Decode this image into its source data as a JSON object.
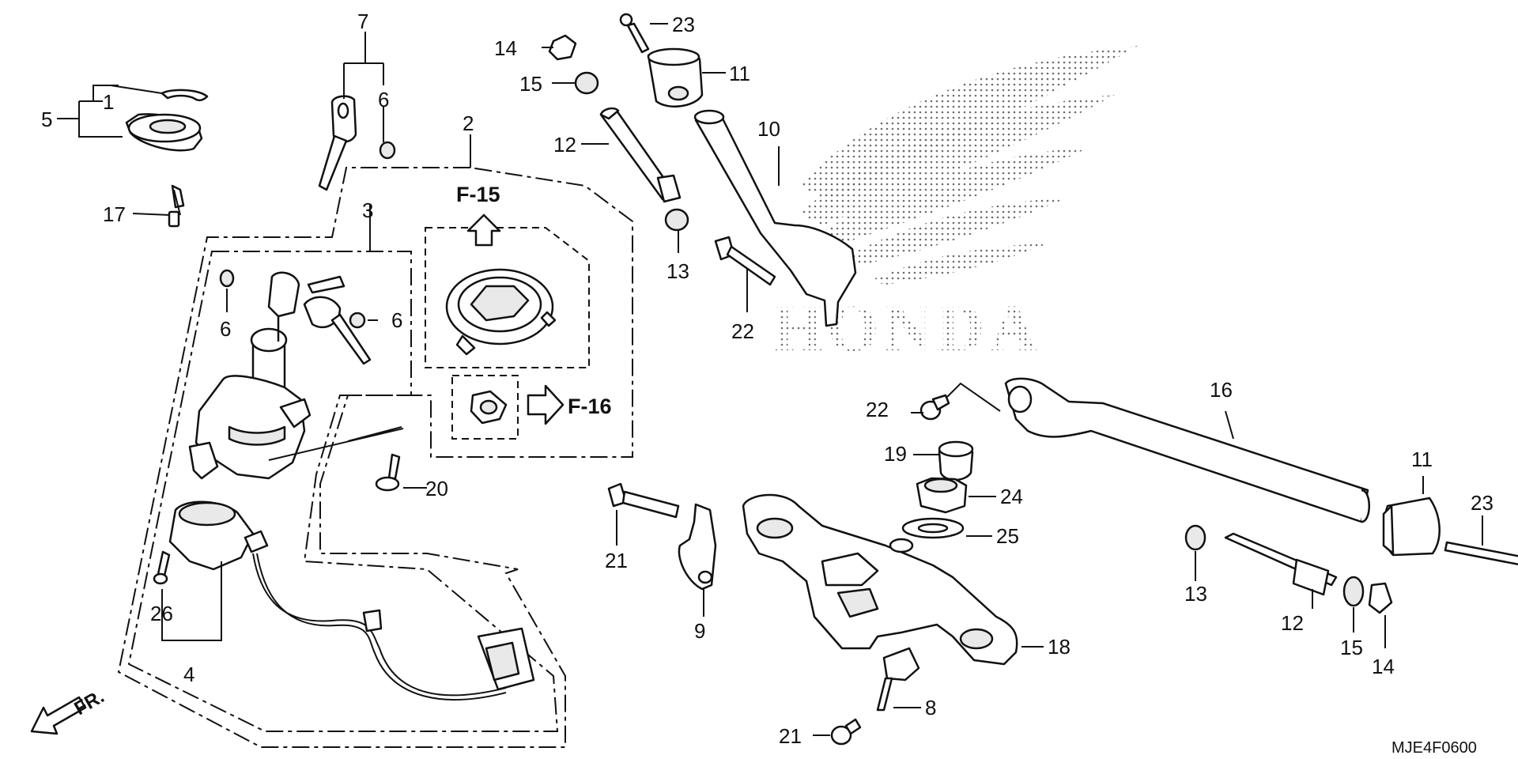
{
  "watermark": {
    "brand_text": "HONDA"
  },
  "callouts": {
    "c1": "1",
    "c2": "2",
    "c3": "3",
    "c4": "4",
    "c5": "5",
    "c6a": "6",
    "c6b": "6",
    "c6c": "6",
    "c7": "7",
    "c8": "8",
    "c9": "9",
    "c10": "10",
    "c11a": "11",
    "c11b": "11",
    "c12a": "12",
    "c12b": "12",
    "c13a": "13",
    "c13b": "13",
    "c14a": "14",
    "c14b": "14",
    "c15a": "15",
    "c15b": "15",
    "c16": "16",
    "c17": "17",
    "c18": "18",
    "c19": "19",
    "c20": "20",
    "c21a": "21",
    "c21b": "21",
    "c22a": "22",
    "c22b": "22",
    "c23a": "23",
    "c23b": "23",
    "c24": "24",
    "c25": "25",
    "c26": "26"
  },
  "refs": {
    "f15": "F-15",
    "f16": "F-16"
  },
  "direction": {
    "label": "FR."
  },
  "diagram_code": "MJE4F0600"
}
